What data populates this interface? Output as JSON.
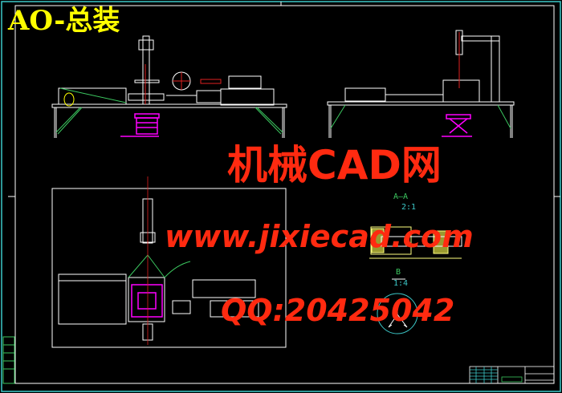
{
  "drawing": {
    "title": "AO-总装",
    "background": "#000000"
  },
  "section_view": {
    "label": "A—A",
    "scale": "2:1"
  },
  "detail_view": {
    "label": "B",
    "scale": "1:4"
  },
  "watermark": {
    "site_name": "机械CAD网",
    "url": "www.jixiecad.com",
    "qq": "QQ:20425042",
    "color": "#ff2a10"
  }
}
